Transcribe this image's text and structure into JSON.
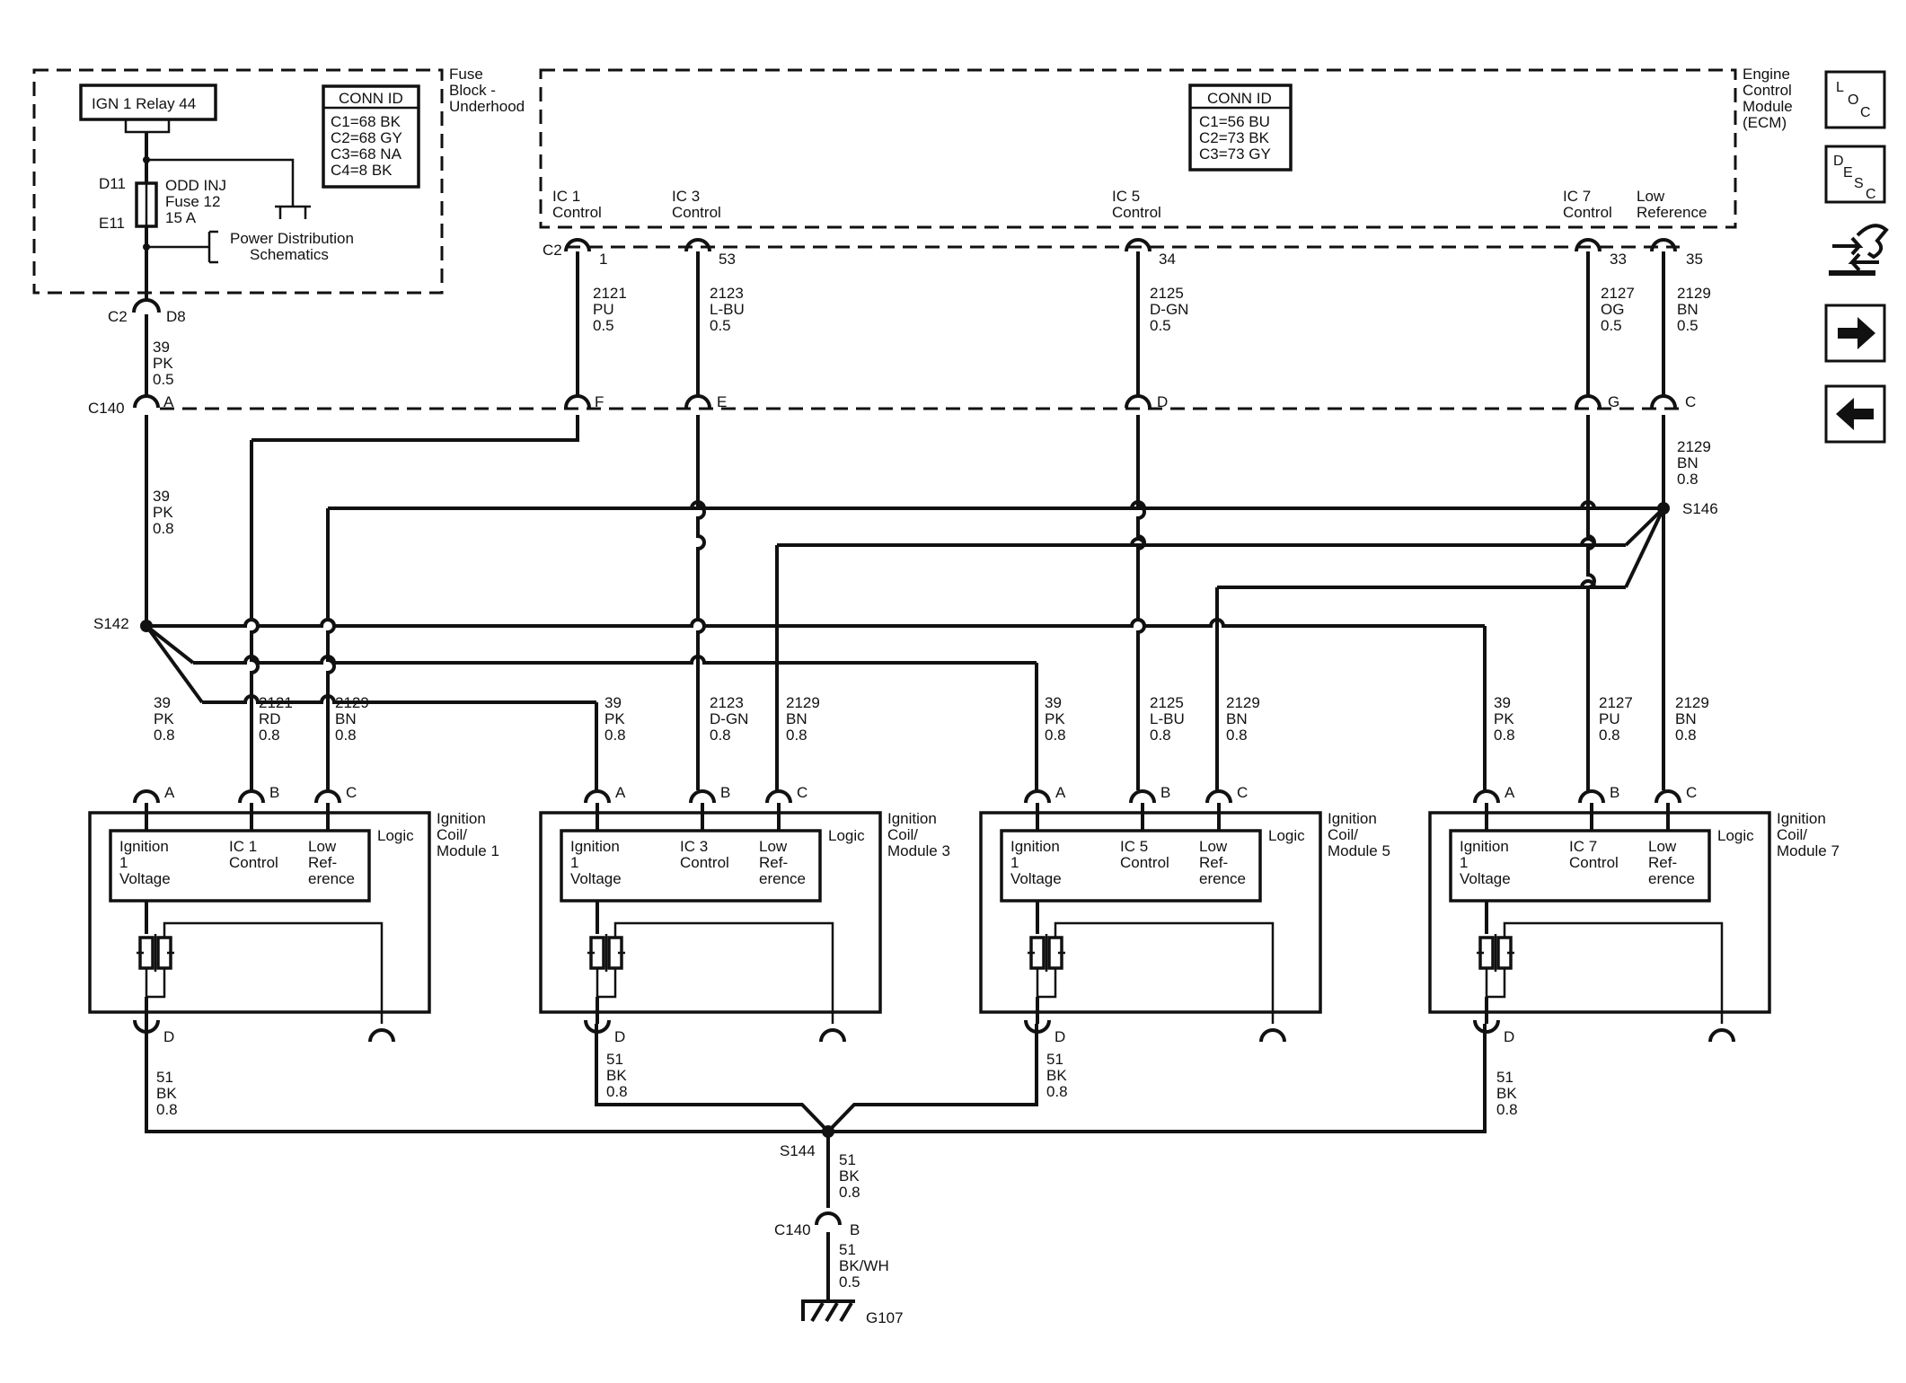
{
  "fuse_block": {
    "title_lines": [
      "Fuse",
      "Block -",
      "Underhood"
    ],
    "relay_label": "IGN 1 Relay 44",
    "conn_header": "CONN ID",
    "conn_lines": [
      "C1=68 BK",
      "C2=68 GY",
      "C3=68 NA",
      "C4=8 BK"
    ],
    "pin_top": "D11",
    "pin_bottom": "E11",
    "fuse_lines": [
      "ODD INJ",
      "Fuse 12",
      "15 A"
    ],
    "power_dist_lines": [
      "Power Distribution",
      "Schematics"
    ],
    "out_conn": "C2",
    "out_pin": "D8"
  },
  "ecm": {
    "title_lines": [
      "Engine",
      "Control",
      "Module",
      "(ECM)"
    ],
    "conn_header": "CONN ID",
    "conn_lines": [
      "C1=56 BU",
      "C2=73 BK",
      "C3=73 GY"
    ],
    "conn_label": "C2",
    "terminals": [
      {
        "name_lines": [
          "IC 1",
          "Control"
        ],
        "pin": "1",
        "circuit": [
          "2121",
          "PU",
          "0.5"
        ]
      },
      {
        "name_lines": [
          "IC 3",
          "Control"
        ],
        "pin": "53",
        "circuit": [
          "2123",
          "L-BU",
          "0.5"
        ]
      },
      {
        "name_lines": [
          "IC 5",
          "Control"
        ],
        "pin": "34",
        "circuit": [
          "2125",
          "D-GN",
          "0.5"
        ]
      },
      {
        "name_lines": [
          "IC 7",
          "Control"
        ],
        "pin": "33",
        "circuit": [
          "2127",
          "OG",
          "0.5"
        ]
      },
      {
        "name_lines": [
          "Low",
          "Reference"
        ],
        "pin": "35",
        "circuit": [
          "2129",
          "BN",
          "0.5"
        ]
      }
    ]
  },
  "c140": {
    "label": "C140",
    "pins": [
      "A",
      "F",
      "E",
      "D",
      "G",
      "C"
    ],
    "feed_circuit": [
      "39",
      "PK",
      "0.5"
    ],
    "feed_circuit_after": [
      "39",
      "PK",
      "0.8"
    ],
    "ref_circuit_after": [
      "2129",
      "BN",
      "0.8"
    ]
  },
  "splices": {
    "s142": "S142",
    "s146": "S146",
    "s144": "S144"
  },
  "coils": [
    {
      "title_lines": [
        "Ignition",
        "Coil/",
        "Module 1"
      ],
      "logic": "Logic",
      "cells": [
        [
          "Ignition",
          "1",
          "Voltage"
        ],
        [
          "IC 1",
          "Control"
        ],
        [
          "Low",
          "Ref-",
          "erence"
        ]
      ],
      "pins": [
        "A",
        "B",
        "C",
        "D"
      ],
      "circuits": [
        [
          "39",
          "PK",
          "0.8"
        ],
        [
          "2121",
          "RD",
          "0.8"
        ],
        [
          "2129",
          "BN",
          "0.8"
        ]
      ],
      "ground": [
        "51",
        "BK",
        "0.8"
      ]
    },
    {
      "title_lines": [
        "Ignition",
        "Coil/",
        "Module 3"
      ],
      "logic": "Logic",
      "cells": [
        [
          "Ignition",
          "1",
          "Voltage"
        ],
        [
          "IC 3",
          "Control"
        ],
        [
          "Low",
          "Ref-",
          "erence"
        ]
      ],
      "pins": [
        "A",
        "B",
        "C",
        "D"
      ],
      "circuits": [
        [
          "39",
          "PK",
          "0.8"
        ],
        [
          "2123",
          "D-GN",
          "0.8"
        ],
        [
          "2129",
          "BN",
          "0.8"
        ]
      ],
      "ground": [
        "51",
        "BK",
        "0.8"
      ]
    },
    {
      "title_lines": [
        "Ignition",
        "Coil/",
        "Module 5"
      ],
      "logic": "Logic",
      "cells": [
        [
          "Ignition",
          "1",
          "Voltage"
        ],
        [
          "IC 5",
          "Control"
        ],
        [
          "Low",
          "Ref-",
          "erence"
        ]
      ],
      "pins": [
        "A",
        "B",
        "C",
        "D"
      ],
      "circuits": [
        [
          "39",
          "PK",
          "0.8"
        ],
        [
          "2125",
          "L-BU",
          "0.8"
        ],
        [
          "2129",
          "BN",
          "0.8"
        ]
      ],
      "ground": [
        "51",
        "BK",
        "0.8"
      ]
    },
    {
      "title_lines": [
        "Ignition",
        "Coil/",
        "Module 7"
      ],
      "logic": "Logic",
      "cells": [
        [
          "Ignition",
          "1",
          "Voltage"
        ],
        [
          "IC 7",
          "Control"
        ],
        [
          "Low",
          "Ref-",
          "erence"
        ]
      ],
      "pins": [
        "A",
        "B",
        "C",
        "D"
      ],
      "circuits": [
        [
          "39",
          "PK",
          "0.8"
        ],
        [
          "2127",
          "PU",
          "0.8"
        ],
        [
          "2129",
          "BN",
          "0.8"
        ]
      ],
      "ground": [
        "51",
        "BK",
        "0.8"
      ]
    }
  ],
  "ground": {
    "trunk_circuit": [
      "51",
      "BK",
      "0.8"
    ],
    "conn": "C140",
    "conn_pin": "B",
    "final_circuit": [
      "51",
      "BK/WH",
      "0.5"
    ],
    "ground_id": "G107"
  },
  "nav": {
    "loc_letters": [
      "L",
      "O",
      "C"
    ],
    "desc_letters": [
      "D",
      "E",
      "S",
      "C"
    ],
    "icons": [
      "connector-view-icon",
      "arrow-right-icon",
      "arrow-left-icon"
    ]
  }
}
